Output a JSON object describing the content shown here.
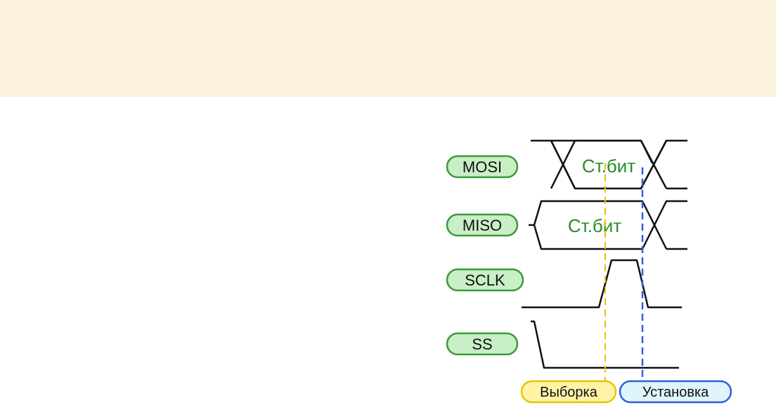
{
  "colors": {
    "banner": "#fdf3dc",
    "pill_fill": "#c9efc6",
    "pill_stroke": "#3a9a3a",
    "signal": "#111111",
    "bit_text": "#2a8a2a",
    "sample_fill": "#fff3a8",
    "sample_stroke": "#e8c400",
    "setup_fill": "#dff4fb",
    "setup_stroke": "#2f5fe0"
  },
  "signals": {
    "mosi": "MOSI",
    "miso": "MISO",
    "sclk": "SCLK",
    "ss": "SS"
  },
  "bits": {
    "mosi_bit": "Ст.бит",
    "miso_bit": "Ст.бит"
  },
  "markers": {
    "sample": "Выборка",
    "setup": "Установка"
  }
}
